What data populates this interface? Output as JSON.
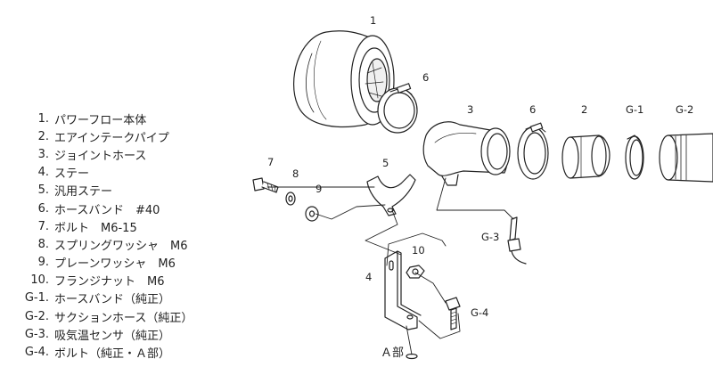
{
  "parts_list": [
    {
      "id": "1.",
      "name": "パワーフロー本体"
    },
    {
      "id": "2.",
      "name": "エアインテークパイプ"
    },
    {
      "id": "3.",
      "name": "ジョイントホース"
    },
    {
      "id": "4.",
      "name": "ステー"
    },
    {
      "id": "5.",
      "name": "汎用ステー"
    },
    {
      "id": "6.",
      "name": "ホースバンド　#40"
    },
    {
      "id": "7.",
      "name": "ボルト　M6-15"
    },
    {
      "id": "8.",
      "name": "スプリングワッシャ　M6"
    },
    {
      "id": "9.",
      "name": "プレーンワッシャ　M6"
    },
    {
      "id": "10.",
      "name": "フランジナット　M6"
    },
    {
      "id": "G-1.",
      "name": "ホースバンド（純正）"
    },
    {
      "id": "G-2.",
      "name": "サクションホース（純正）"
    },
    {
      "id": "G-3.",
      "name": "吸気温センサ（純正）"
    },
    {
      "id": "G-4.",
      "name": "ボルト（純正・Ａ部）"
    }
  ],
  "callouts": {
    "p1": "1",
    "p6a": "6",
    "p3": "3",
    "p6b": "6",
    "p2": "2",
    "g1": "G-1",
    "g2": "G-2",
    "p5": "5",
    "p7": "7",
    "p8": "8",
    "p9": "9",
    "g3": "G-3",
    "p10": "10",
    "p4": "4",
    "g4": "G-4"
  },
  "area_label": "Ａ部"
}
